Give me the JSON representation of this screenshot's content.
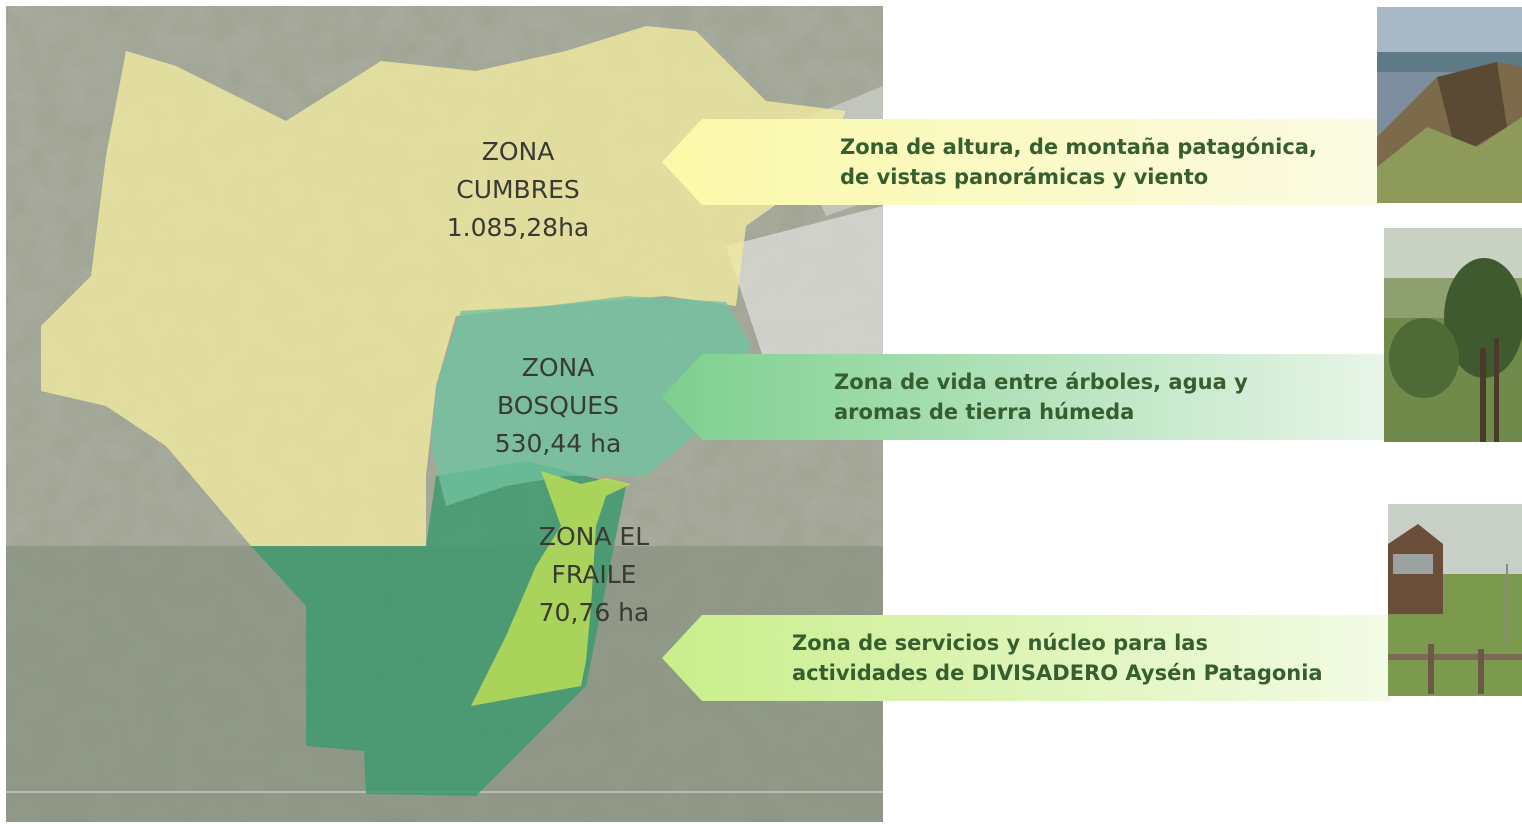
{
  "map": {
    "zones": [
      {
        "id": "cumbres",
        "label": "ZONA\nCUMBRES\n1.085,28ha",
        "color": "#efe9a0"
      },
      {
        "id": "bosques",
        "label": "ZONA\nBOSQUES\n530,44 ha",
        "color": "#6fc3a0"
      },
      {
        "id": "el_fraile",
        "label": "ZONA EL\nFRAILE\n70,76 ha",
        "color": "#b5d95a"
      }
    ],
    "lower_forest_color": "#3f9a70"
  },
  "callouts": [
    {
      "id": "cumbres",
      "text": "Zona de altura, de montaña patagónica,\nde vistas panorámicas y viento",
      "color_from": "#fbf9a8",
      "color_to": "#fbfbe4"
    },
    {
      "id": "bosques",
      "text": "Zona de vida entre árboles, agua y\naromas de tierra húmeda",
      "color_from": "#7dcf8e",
      "color_to": "#e8f5e8"
    },
    {
      "id": "fraile",
      "text": "Zona de servicios y núcleo para las\nactividades de DIVISADERO Aysén Patagonia",
      "color_from": "#c9ee8a",
      "color_to": "#f3fbe6"
    }
  ],
  "photos": [
    {
      "id": "mountain",
      "icon": "mountain-cliff-photo"
    },
    {
      "id": "forest",
      "icon": "forest-trees-photo"
    },
    {
      "id": "lodge",
      "icon": "lodge-meadow-photo"
    }
  ]
}
